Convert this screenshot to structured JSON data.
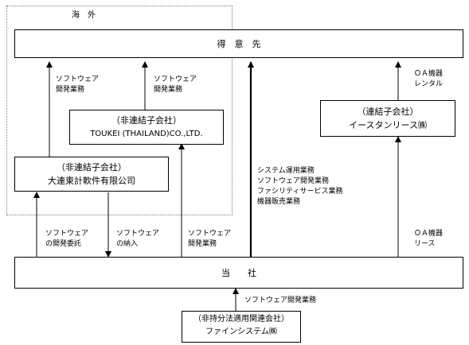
{
  "region": {
    "overseas": "海　外"
  },
  "nodes": {
    "customers": "得　意　先",
    "company": "当　　社",
    "toukei_type": "（非連結子会社）",
    "toukei_name": "TOUKEI (THAILAND)CO.,LTD.",
    "dalian_type": "（非連結子会社）",
    "dalian_name": "大連東計軟件有限公司",
    "eastern_type": "（連結子会社）",
    "eastern_name": "イースタンリース㈱",
    "fine_type": "（非持分法適用関連会社）",
    "fine_name": "ファインシステム㈱"
  },
  "edges": {
    "dalian_to_customers": [
      "ソフトウェア",
      "開発業務"
    ],
    "toukei_to_customers": [
      "ソフトウェア",
      "開発業務"
    ],
    "company_to_customers": [
      "システム運用業務",
      "ソフトウェア開発業務",
      "ファシリティサービス業務",
      "機器販売業務"
    ],
    "eastern_to_customers": [
      "ＯＡ機器",
      "レンタル"
    ],
    "company_to_dalian": [
      "ソフトウェア",
      "の開発委託"
    ],
    "dalian_to_company": [
      "ソフトウェア",
      "の納入"
    ],
    "company_to_toukei": [
      "ソフトウェア",
      "開発業務"
    ],
    "company_to_eastern": [
      "ＯＡ機器",
      "リース"
    ],
    "fine_to_company": "ソフトウェア開発業務"
  }
}
